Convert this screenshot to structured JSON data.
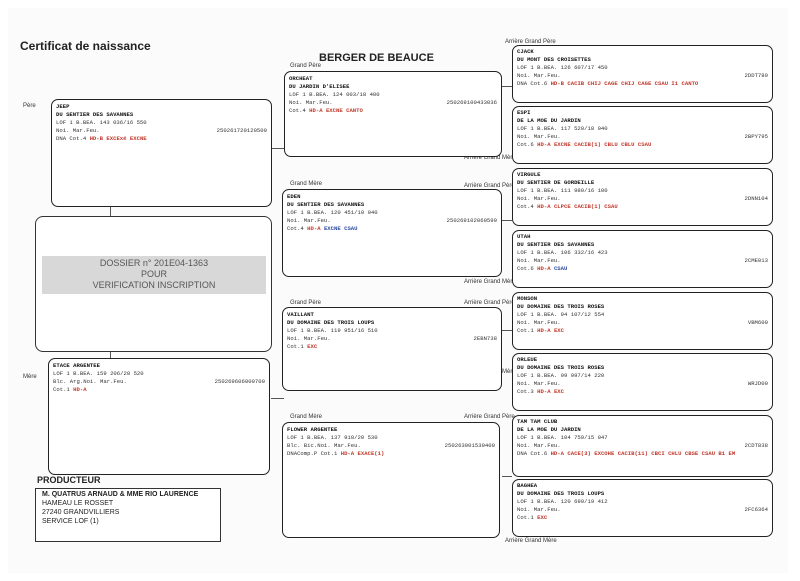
{
  "document_title": "Certificat de naissance",
  "breed": "BERGER DE BEAUCE",
  "labels": {
    "father": "Père",
    "mother": "Mère",
    "gp": "Grand Père",
    "gm": "Grand Mère",
    "agp": "Arrière Grand Père",
    "agm": "Arrière Grand Mère"
  },
  "dossier": {
    "line1": "DOSSIER n° 201E04-1363",
    "line2": "POUR",
    "line3": "VERIFICATION INSCRIPTION"
  },
  "producer": {
    "title": "PRODUCTEUR",
    "lines": [
      "M. QUATRUS ARNAUD & MME RIO LAURENCE",
      "HAMEAU LE ROSSET",
      "27240 GRANDVILLIERS",
      "SERVICE LOF (1)"
    ]
  },
  "father": {
    "name": "JEEP",
    "affix": "DU SENTIER DES SAVANNES",
    "lof": "LOF 1 B.BEA. 143 036/16 550",
    "color": "Noi. Mar.Feu.",
    "id": "250261720120500",
    "cot_label": "DNA Cot.4",
    "cot_a": "HD-B",
    "cot_b": "EXCExé EXCNE"
  },
  "mother": {
    "name": "ETACE ARGENTEE",
    "lof": "LOF 1 B.BEA. 159 206/20 520",
    "color": "Blc. Arg.Noi. Mar.Feu.",
    "id": "250269606000700",
    "cot_label": "Cot.1",
    "cot_a": "HD-A",
    "cot_b": ""
  },
  "gp_paternal": {
    "name": "ORCHEAT",
    "affix": "DU JARDIN D'ELISEE",
    "lof": "LOF 1 B.BEA. 124 003/18 400",
    "color": "Noi. Mar.Feu.",
    "id": "250269100433036",
    "cot_label": "Cot.4",
    "cot_a": "HD-A",
    "cot_b": "EXCNE CANTO"
  },
  "gm_paternal": {
    "name": "EDEN",
    "affix": "DU SENTIER DES SAVANNES",
    "lof": "LOF 1 B.BEA. 120 451/10 040",
    "color": "Noi. Mar.Feu.",
    "id": "250269102060590",
    "cot_label": "Cot.4",
    "cot_a": "HD-A",
    "cot_b": "EXCNE CSAU"
  },
  "gp_maternal": {
    "name": "VAILLANT",
    "affix": "DU DOMAINE DES TROIS LOUPS",
    "lof": "LOF 1 B.BEA. 119 951/16 510",
    "color": "Noi. Mar.Feu.",
    "id": "2EBN738",
    "cot_label": "Cot.1",
    "cot_a": "EXC",
    "cot_b": ""
  },
  "gm_maternal": {
    "name": "FLOWER ARGENTEE",
    "affix": "",
    "lof": "LOF 1 B.BEA. 137 910/20 530",
    "color": "Blc. Bic.Noi. Mar.Feu.",
    "id": "250263001530400",
    "cot_label": "DNAComp.P Cot.1",
    "cot_a": "HD-A",
    "cot_b": "EXACE(1)"
  },
  "ggp": [
    {
      "name": "CJACK",
      "affix": "DU MONT DES CROISETTES",
      "lof": "LOF 1 B.BEA. 126 607/17 450",
      "color": "Noi. Mar.Feu.",
      "id": "2DDT789",
      "cot_label": "DNA Cot.6",
      "cot_a": "HD-B",
      "cot_b": "CACIB CHIJ CAGE CHIJ CAGE CSAU I1 CANTO"
    },
    {
      "name": "ESPI",
      "affix": "DE LA MOE DU JARDIN",
      "lof": "LOF 1 B.BEA. 117 520/18 040",
      "color": "Noi. Mar.Feu.",
      "id": "2BPY795",
      "cot_label": "Cot.6",
      "cot_a": "HD-A",
      "cot_b": "EXCNE CACIB(1) CBLU CBLU CSAU"
    },
    {
      "name": "VIRGULE",
      "affix": "DU SENTIER DE GORDEILLE",
      "lof": "LOF 1 B.BEA. 111 980/16 100",
      "color": "Noi. Mar.Feu.",
      "id": "2DNN104",
      "cot_label": "Cot.4",
      "cot_a": "HD-A",
      "cot_b": "CLPCE CACIB(1) CSAU"
    },
    {
      "name": "UTAH",
      "affix": "DU SENTIER DES SAVANNES",
      "lof": "LOF 1 B.BEA. 106 332/16 423",
      "color": "Noi. Mar.Feu.",
      "id": "2CME013",
      "cot_label": "Cot.6",
      "cot_a": "HD-A",
      "cot_b": "CSAU"
    },
    {
      "name": "MONSON",
      "affix": "DU DOMAINE DES TROIS ROSES",
      "lof": "LOF 1 B.BEA. 94 107/12 554",
      "color": "Noi. Mar.Feu.",
      "id": "VBM600",
      "cot_label": "Cot.1",
      "cot_a": "HD-A",
      "cot_b": "EXC"
    },
    {
      "name": "ORLEUE",
      "affix": "DU DOMAINE DES TROIS ROSES",
      "lof": "LOF 1 B.BEA. 99 997/14 220",
      "color": "Noi. Mar.Feu.",
      "id": "WRJD00",
      "cot_label": "Cot.3",
      "cot_a": "HD-A",
      "cot_b": "EXC"
    },
    {
      "name": "TAM TAM CLUB",
      "affix": "DE LA MOE DU JARDIN",
      "lof": "LOF 1 B.BEA. 104 759/15 047",
      "color": "Noi. Mar.Feu.",
      "id": "2CDT838",
      "cot_label": "DNA Cot.6",
      "cot_a": "HD-A",
      "cot_b": "CACE(3) EXCOHE CACIB(11) CBCI CHLU CBSE CSAU B1 EM"
    },
    {
      "name": "BAGHEA",
      "affix": "DU DOMAINE DES TROIS LOUPS",
      "lof": "LOF 1 B.BEA. 120 699/19 412",
      "color": "Noi. Mar.Feu.",
      "id": "2FC6364",
      "cot_label": "Cot.1",
      "cot_a": "EXC",
      "cot_b": ""
    }
  ]
}
